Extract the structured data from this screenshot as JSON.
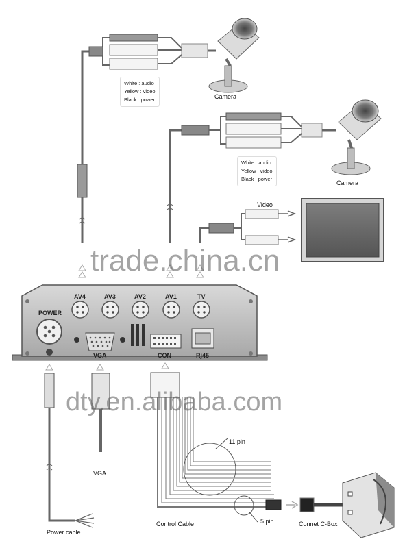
{
  "cameras": [
    {
      "label": "Camera",
      "legend": [
        "White : audio",
        "Yellow : video",
        "Black : power"
      ]
    },
    {
      "label": "Camera",
      "legend": [
        "White : audio",
        "Yellow : video",
        "Black : power"
      ]
    }
  ],
  "monitor": {
    "video_label": "Video"
  },
  "device": {
    "ports_top": [
      "AV4",
      "AV3",
      "AV2",
      "AV1",
      "TV"
    ],
    "power_label": "POWER",
    "vga_label": "VGA",
    "con_label": "CON",
    "rj45_label": "Rj45"
  },
  "cables": {
    "vga": "VGA",
    "power": "Power cable",
    "control": "Control Cable",
    "pin11": "11 pin",
    "pin5": "5 pin",
    "cbox": "Connet C-Box"
  },
  "watermarks": [
    "trade.china.cn",
    "dty.en.alibaba.com"
  ]
}
